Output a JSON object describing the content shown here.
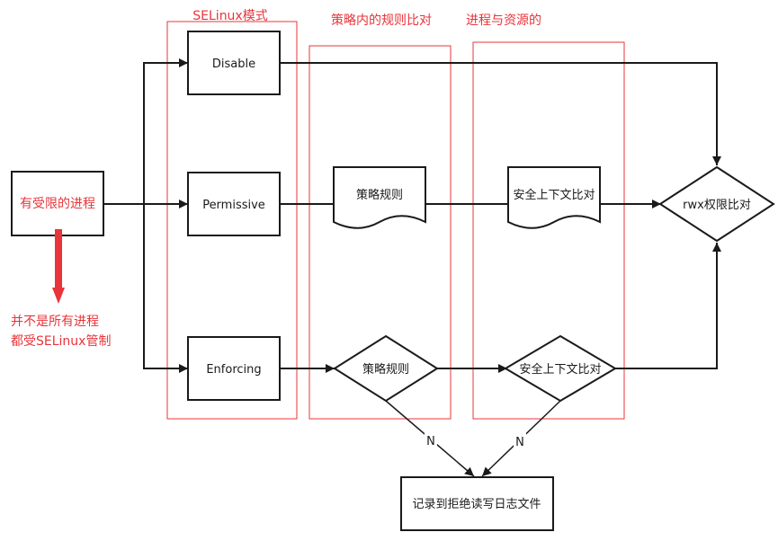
{
  "group_labels": {
    "modes": "SELinux模式",
    "policy": "策略内的规则比对",
    "context": "进程与资源的"
  },
  "process": "有受限的进程",
  "note": {
    "line1": "并不是所有进程",
    "line2": "都受SELinux管制"
  },
  "modes": {
    "disable": "Disable",
    "permissive": "Permissive",
    "enforcing": "Enforcing"
  },
  "documents": {
    "policy_rule": "策略规则",
    "security_context": "安全上下文比对"
  },
  "decisions": {
    "policy_rule": "策略规则",
    "security_context": "安全上下文比对",
    "rwx": "rwx权限比对"
  },
  "edge_labels": {
    "n1": "N",
    "n2": "N"
  },
  "log_box": "记录到拒绝读写日志文件",
  "colors": {
    "line": "#1a1a1a",
    "annotation": "#e8343a"
  }
}
